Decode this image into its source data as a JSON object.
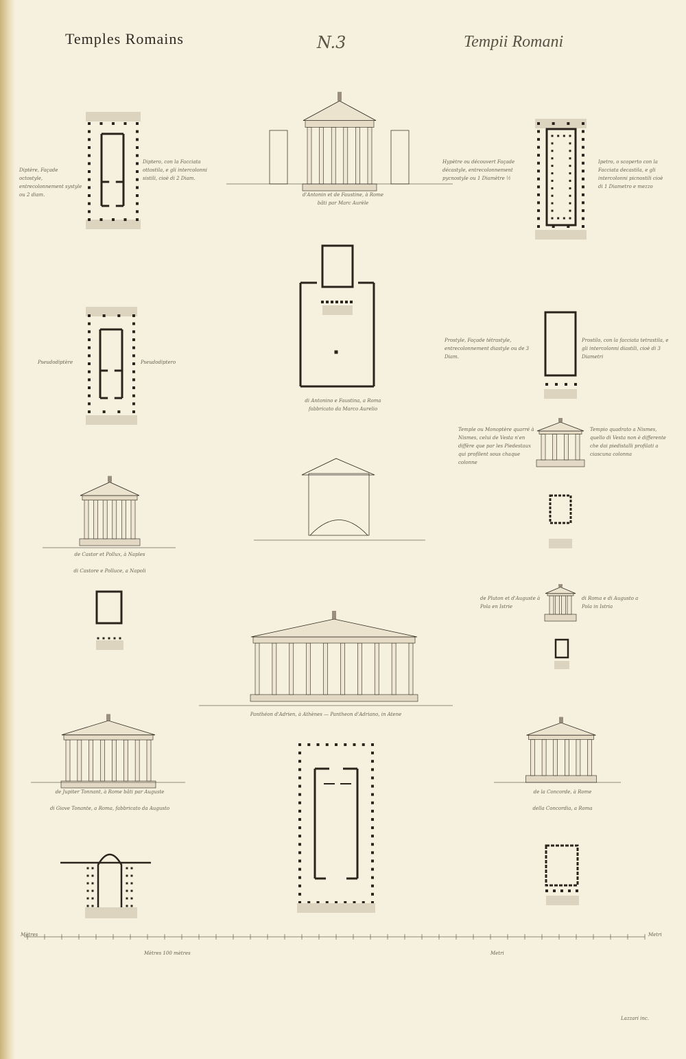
{
  "header": {
    "title_fr": "Temples Romains",
    "plate_number": "N.3",
    "title_it": "Tempii Romani"
  },
  "captions": {
    "dipteral_fr": "Diptère, Façade octostyle, entrecolonnement systyle ou 2 diam.",
    "dipteral_it": "Diptero, con la Facciata ottostila, e gli intercolonni sistili, cioè di 2 Diam.",
    "antonin_fr_1": "d'Antonin et de Faustine, à Rome",
    "antonin_fr_2": "bâti par Marc Aurèle",
    "hypaethral_fr": "Hypètre ou découvert Façade décastyle, entrecolonnement pycnostyle ou 1 Diamètre ½",
    "hypaethral_it": "Ipetro, o scoperto con la Facciata decastila, e gli intercolonni picnostili cioè di 1 Diametro e mezzo",
    "pseudo_fr": "Pseudodiptère",
    "pseudo_it": "Pseudodiptero",
    "antonino_it_1": "di Antonino e Faustina, a Roma",
    "antonino_it_2": "fabbricato da Marco Aurelio",
    "prostyle_fr": "Prostyle, Façade tétrastyle, entrecolonnement diastyle ou de 3 Diam.",
    "prostyle_it": "Prostilo, con la facciata tetrastila, e gli intercolonni diastili, cioè di 3 Diametri",
    "round_fr": "Temple ou Monoptère quarré à Nismes, celui de Vesta n'en diffère que par les Piedestaux qui profilent sous chaque colonne",
    "round_it": "Tempio quadrato a Nismes, quello di Vesta non è differente che dai piedistalli profilati a ciascuna colonna",
    "castor_fr": "de Castor et Pollux, à Naples",
    "castor_it": "di Castore e Polluce, a Napoli",
    "pola_fr": "de Pluton et d'Auguste à Pola en Istrie",
    "pola_it": "di Roma e di Augusto a Pola in Istria",
    "pantheon": "Panthéon d'Adrien, à Athènes — Pantheon d'Adriano, in Atene",
    "jupiter_fr": "de Jupiter Tonnant, à Rome bâti par Auguste",
    "jupiter_it": "di Giove Tonante, a Roma, fabbricato da Augusto",
    "concord_fr": "de la Concorde, à Rome",
    "concord_it": "della Concordia, a Roma"
  },
  "scale": {
    "left_label": "Mètres",
    "right_label": "Metri",
    "fr": "Mètres 100 mètres",
    "it": "Metri"
  },
  "engraver": "Lazzari inc."
}
